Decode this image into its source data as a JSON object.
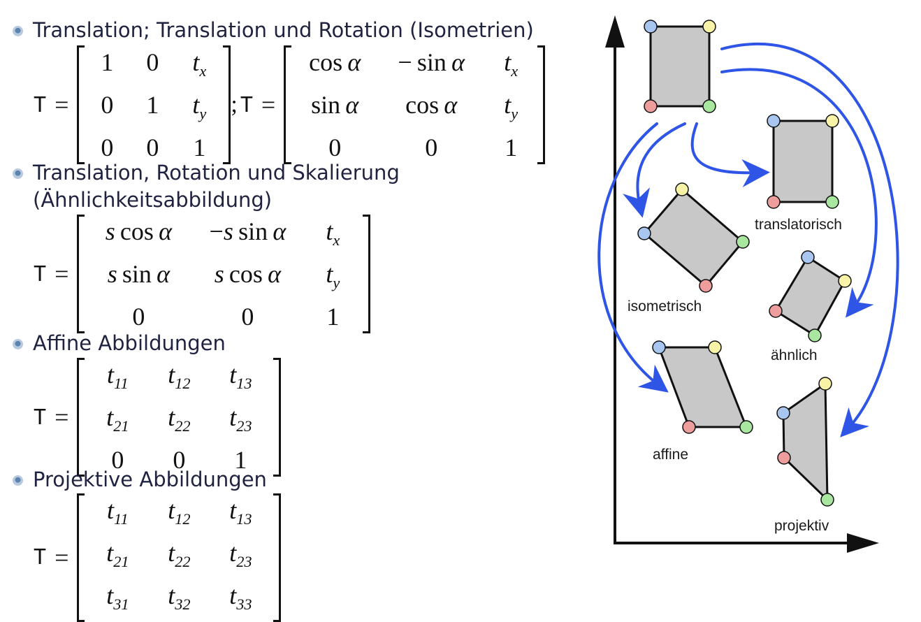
{
  "sections": [
    {
      "heading_lines": [
        "Translation; Translation und Rotation (Isometrien)"
      ],
      "equations": [
        {
          "lhs": "T",
          "op": "=",
          "cells": [
            [
              "1",
              "0",
              "t_x"
            ],
            [
              "0",
              "1",
              "t_y"
            ],
            [
              "0",
              "0",
              "1"
            ]
          ]
        },
        {
          "lhs": "T",
          "op": "=",
          "cells": [
            [
              "cos α",
              "− sin α",
              "t_x"
            ],
            [
              "sin α",
              "cos α",
              "t_y"
            ],
            [
              "0",
              "0",
              "1"
            ]
          ]
        }
      ],
      "separator": ";"
    },
    {
      "heading_lines": [
        "Translation, Rotation und Skalierung",
        "(Ähnlichkeitsabbildung)"
      ],
      "equations": [
        {
          "lhs": "T",
          "op": "=",
          "cells": [
            [
              "s cos α",
              "−s sin α",
              "t_x"
            ],
            [
              "s sin α",
              "s cos α",
              "t_y"
            ],
            [
              "0",
              "0",
              "1"
            ]
          ]
        }
      ]
    },
    {
      "heading_lines": [
        "Affine Abbildungen"
      ],
      "equations": [
        {
          "lhs": "T",
          "op": "=",
          "cells": [
            [
              "t_11",
              "t_12",
              "t_13"
            ],
            [
              "t_21",
              "t_22",
              "t_23"
            ],
            [
              "0",
              "0",
              "1"
            ]
          ]
        }
      ]
    },
    {
      "heading_lines": [
        "Projektive Abbildungen"
      ],
      "equations": [
        {
          "lhs": "T",
          "op": "=",
          "cells": [
            [
              "t_11",
              "t_12",
              "t_13"
            ],
            [
              "t_21",
              "t_22",
              "t_23"
            ],
            [
              "t_31",
              "t_32",
              "t_33"
            ]
          ]
        }
      ]
    }
  ],
  "diagram": {
    "labels": {
      "translational": "translatorisch",
      "isometric": "isometrisch",
      "similar": "ähnlich",
      "affine": "affine",
      "projective": "projektiv"
    },
    "colors": {
      "arrow": "#2e55e6",
      "shape_fill": "#c8c8c8",
      "corner_blue": "#a9c6f0",
      "corner_yellow": "#f9f3a8",
      "corner_red": "#ee9d9d",
      "corner_green": "#a9e6a0",
      "axis": "#111111"
    }
  }
}
